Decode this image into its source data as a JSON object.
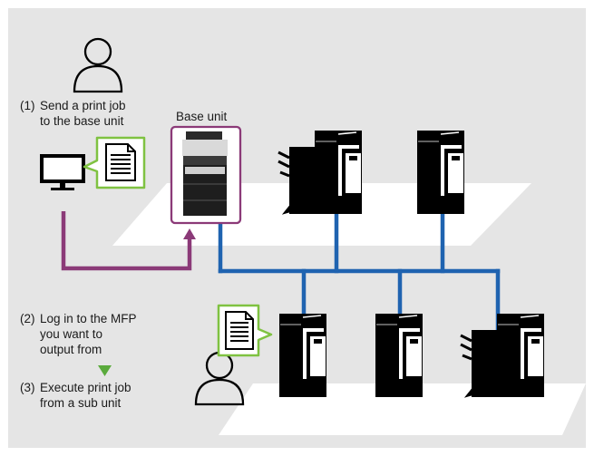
{
  "labels": {
    "step1_num": "(1)",
    "step1_line1": "Send a print job",
    "step1_line2": "to the base unit",
    "base_unit": "Base unit",
    "step2_num": "(2)",
    "step2_line1": "Log in to the MFP",
    "step2_line2": "you want to",
    "step2_line3": "output from",
    "step3_num": "(3)",
    "step3_line1": "Execute print job",
    "step3_line2": "from a sub unit"
  },
  "colors": {
    "background": "#e5e5e5",
    "platform": "#ffffff",
    "print_path": "#8b3a78",
    "network": "#1f63b0",
    "callout_border": "#7fc241",
    "arrow": "#5aaa3c",
    "device": "#000000"
  },
  "icons": [
    "user-icon",
    "computer-icon",
    "document-icon",
    "mfp-icon",
    "finisher-icon"
  ]
}
